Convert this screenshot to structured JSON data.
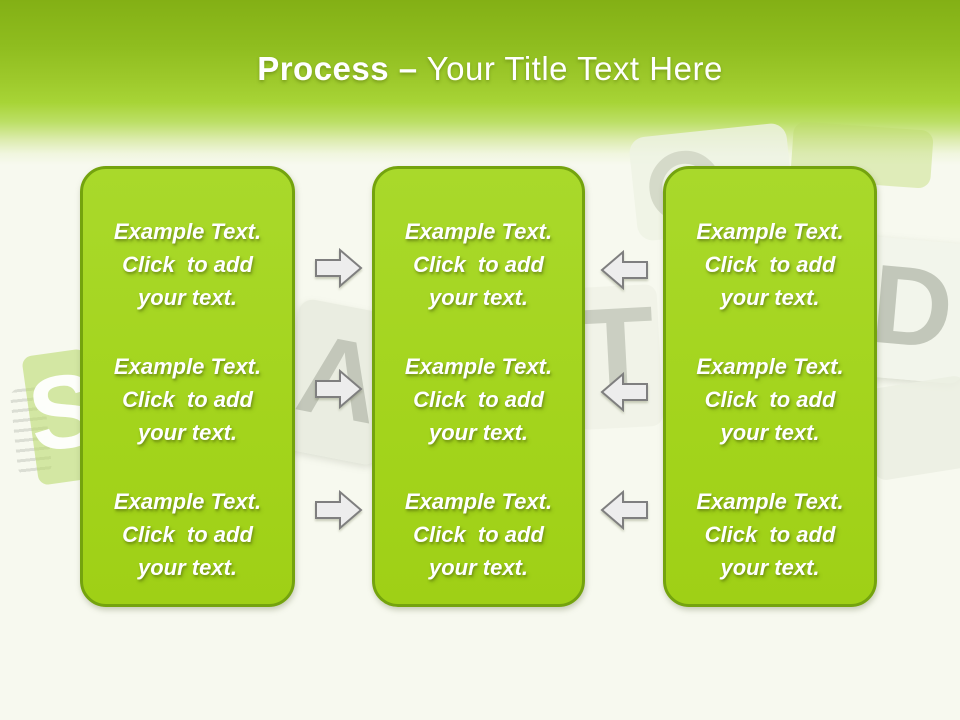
{
  "slide": {
    "title": {
      "bold": "Process –",
      "rest": "Your Title Text Here"
    },
    "columns": [
      {
        "name": "left",
        "paragraphs": [
          "Example Text.\nClick  to add\nyour text.",
          "Example Text.\nClick  to add\nyour text.",
          "Example Text.\nClick  to add\nyour text."
        ]
      },
      {
        "name": "middle",
        "paragraphs": [
          "Example Text.\nClick  to add\nyour text.",
          "Example Text.\nClick  to add\nyour text.",
          "Example Text.\nClick  to add\nyour text."
        ]
      },
      {
        "name": "right",
        "paragraphs": [
          "Example Text.\nClick  to add\nyour text.",
          "Example Text.\nClick  to add\nyour text.",
          "Example Text.\nClick  to add\nyour text."
        ]
      }
    ],
    "arrows": {
      "left_gap_direction": "right",
      "left_gap_count": 3,
      "right_gap_direction": "left",
      "right_gap_count": 3
    },
    "watermark": {
      "letters": [
        "S",
        "A",
        "T",
        "D"
      ]
    },
    "colors": {
      "header_green_top": "#83b015",
      "header_green_bottom": "#a7d436",
      "box_fill": "#a3d41c",
      "box_border": "#74a30e",
      "arrow_fill": "#ededed",
      "arrow_border": "#7f7f7f",
      "title_text": "#ffffff",
      "body_text": "#ffffff",
      "background": "#f7f9ef"
    }
  }
}
